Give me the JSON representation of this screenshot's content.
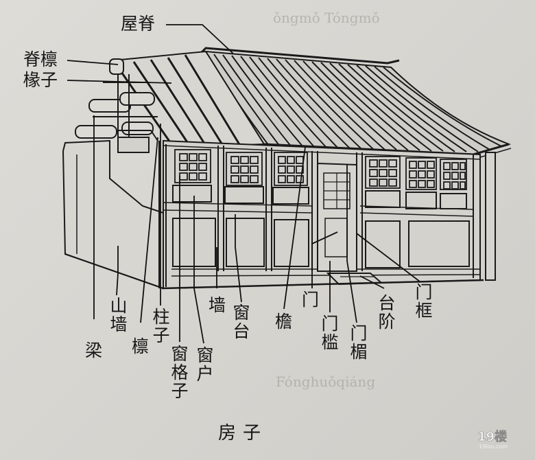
{
  "labels": {
    "ridge": "屋脊",
    "ridge_purlin": "脊檩",
    "rafter": "椽子",
    "gable_wall": "山墙",
    "beam": "梁",
    "column": "柱子",
    "purlin": "檩",
    "window_lattice": "窗格子",
    "window": "窗户",
    "wall": "墙",
    "window_sill": "窗台",
    "eave": "檐",
    "door": "门",
    "threshold": "门槛",
    "lintel": "门楣",
    "steps": "台阶",
    "door_frame": "门框"
  },
  "caption": "房子",
  "watermark": {
    "logo": "19楼",
    "url": "19lou.com"
  }
}
